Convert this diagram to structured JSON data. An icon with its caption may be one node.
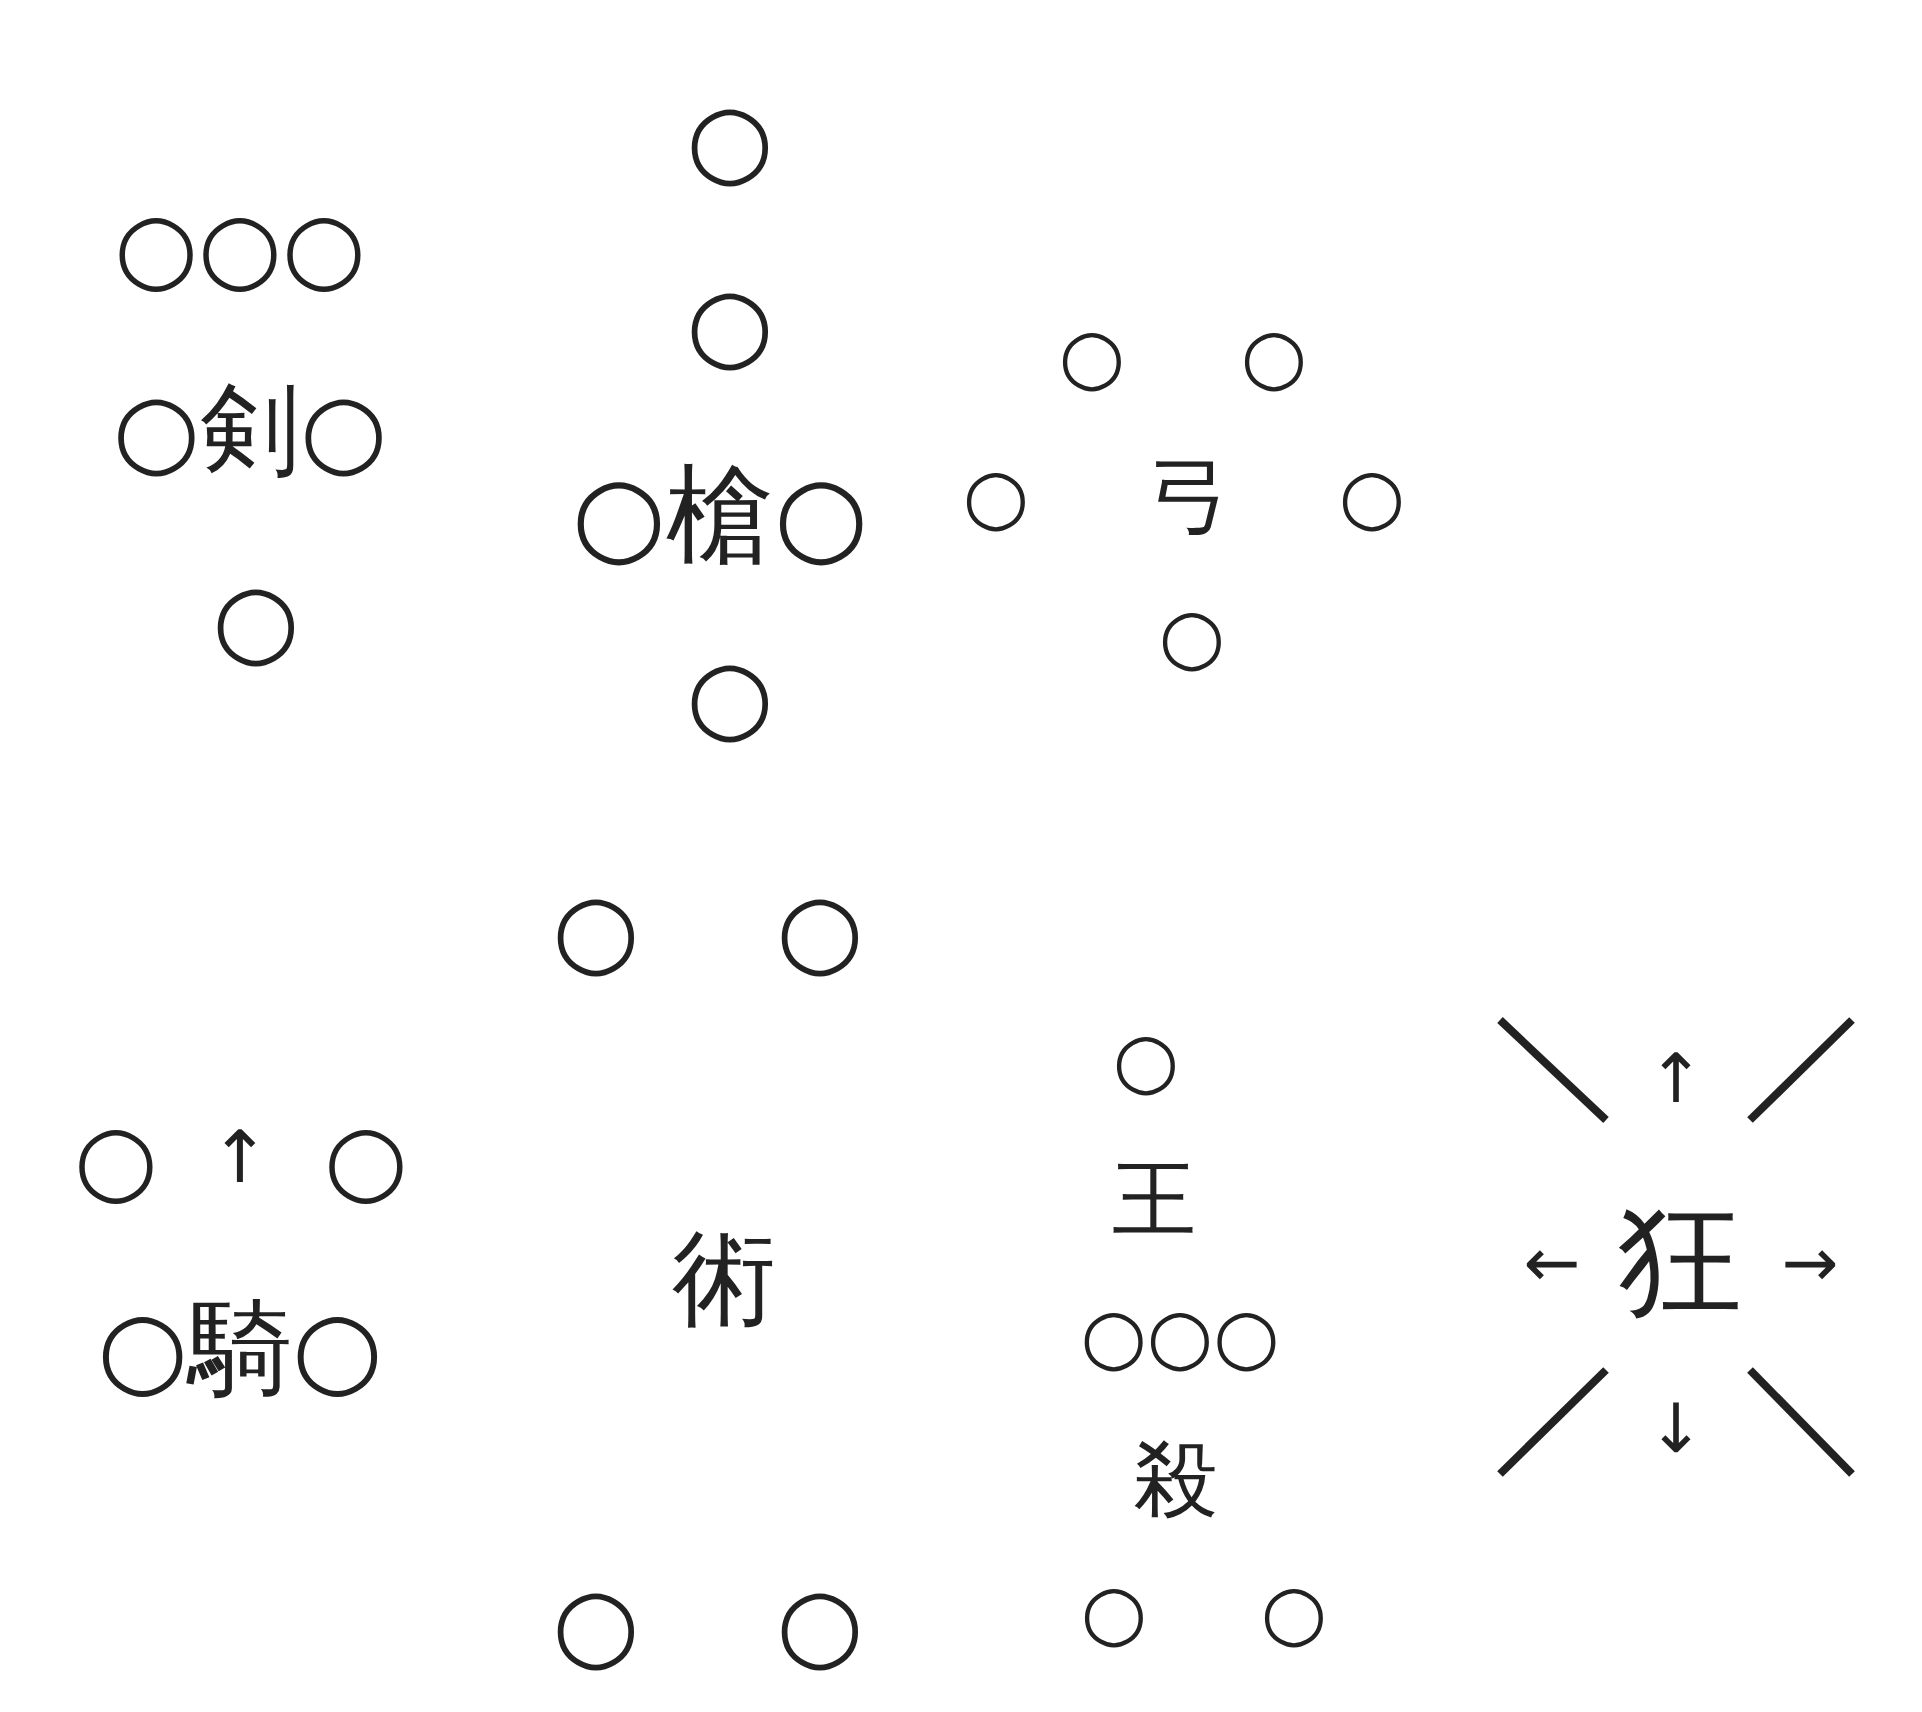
{
  "diagram": {
    "labels": [
      "○",
      "○○○",
      "○",
      "○",
      "○",
      "○",
      "○剣○",
      "○槍○",
      "○",
      "弓",
      "○",
      "○",
      "○",
      "○",
      "○",
      "○",
      "↑",
      "○",
      "↑",
      "○",
      "王",
      "←",
      "狂",
      "→",
      "術",
      "○○○",
      "○騎○",
      "↓",
      "殺",
      "○",
      "○",
      "○",
      "○"
    ]
  }
}
